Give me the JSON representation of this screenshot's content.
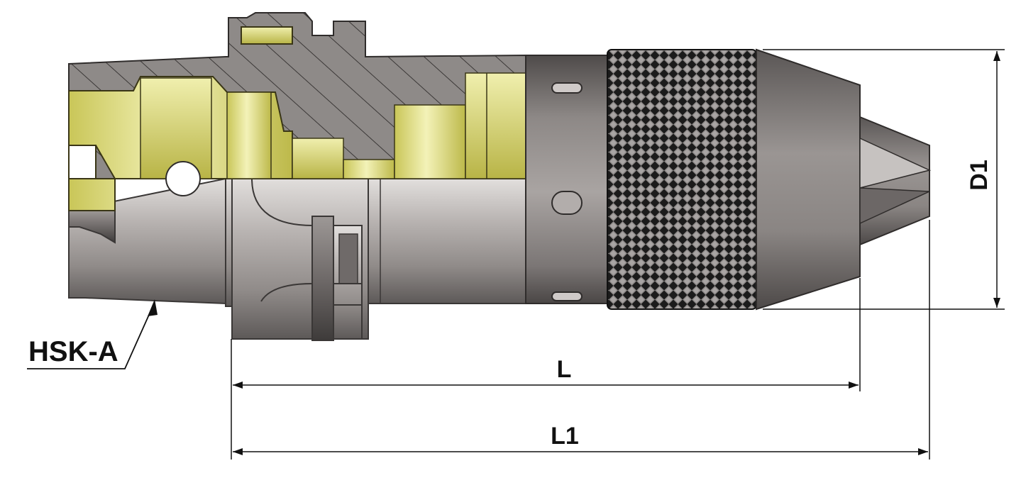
{
  "labels": {
    "interface": "HSK-A",
    "length": "L",
    "total_length": "L1",
    "diameter": "D1"
  },
  "colors": {
    "steel_light": "#c9c5c3",
    "steel_mid": "#8f8a88",
    "steel_dark": "#4e4a49",
    "brass_light": "#f0efae",
    "brass_mid": "#d8d56a",
    "brass_dark": "#8d8a2c",
    "section_fill": "#8e8a88",
    "hatch": "#3b3837",
    "knurl": "#1b1b1b",
    "dimension_line": "#111111"
  }
}
